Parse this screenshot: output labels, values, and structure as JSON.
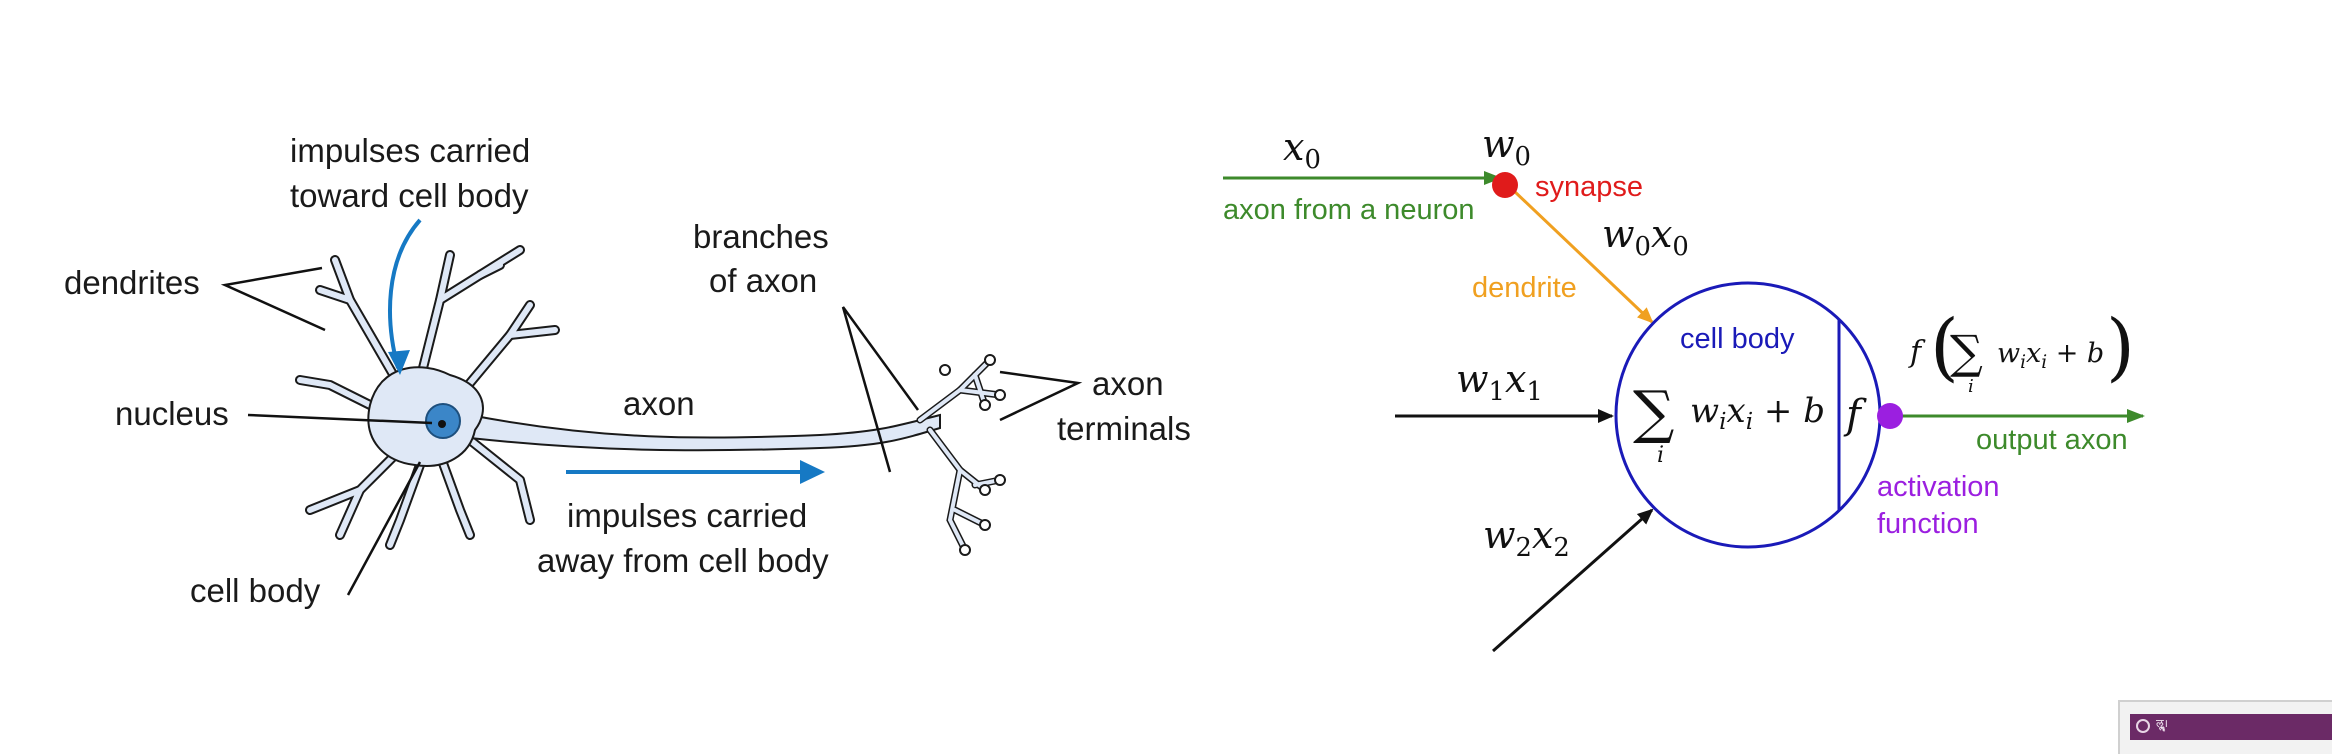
{
  "biological_neuron": {
    "labels": {
      "impulses_toward": [
        "impulses carried",
        "toward cell body"
      ],
      "dendrites": "dendrites",
      "nucleus": "nucleus",
      "cell_body": "cell body",
      "axon": "axon",
      "branches_of_axon": [
        "branches",
        "of axon"
      ],
      "axon_terminals": [
        "axon",
        "terminals"
      ],
      "impulses_away": [
        "impulses carried",
        "away from cell body"
      ]
    }
  },
  "math_model": {
    "labels": {
      "synapse": "synapse",
      "axon_from_neuron": "axon from a neuron",
      "dendrite": "dendrite",
      "cell_body": "cell body",
      "output_axon": "output axon",
      "activation_function": [
        "activation",
        "function"
      ]
    },
    "math": {
      "x0": {
        "base": "x",
        "sub": "0"
      },
      "w0": {
        "base": "w",
        "sub": "0"
      },
      "w0x0": [
        {
          "base": "w",
          "sub": "0"
        },
        {
          "base": "x",
          "sub": "0"
        }
      ],
      "w1x1": [
        {
          "base": "w",
          "sub": "1"
        },
        {
          "base": "x",
          "sub": "1"
        }
      ],
      "w2x2": [
        {
          "base": "w",
          "sub": "2"
        },
        {
          "base": "x",
          "sub": "2"
        }
      ],
      "sum_symbol": "∑",
      "sum_index": "i",
      "sum_body": "wixi + b",
      "activation": "f",
      "output_formula": "f(∑i wixi + b)"
    },
    "colors": {
      "input_axon": "#3d8a2b",
      "synapse": "#e01b1b",
      "dendrite": "#f0a020",
      "cell_body": "#1a1ab8",
      "activation": "#9b1fe0",
      "output_axon": "#3d8a2b"
    }
  },
  "thumbnail": {
    "label": "ॡॢॣ।"
  }
}
